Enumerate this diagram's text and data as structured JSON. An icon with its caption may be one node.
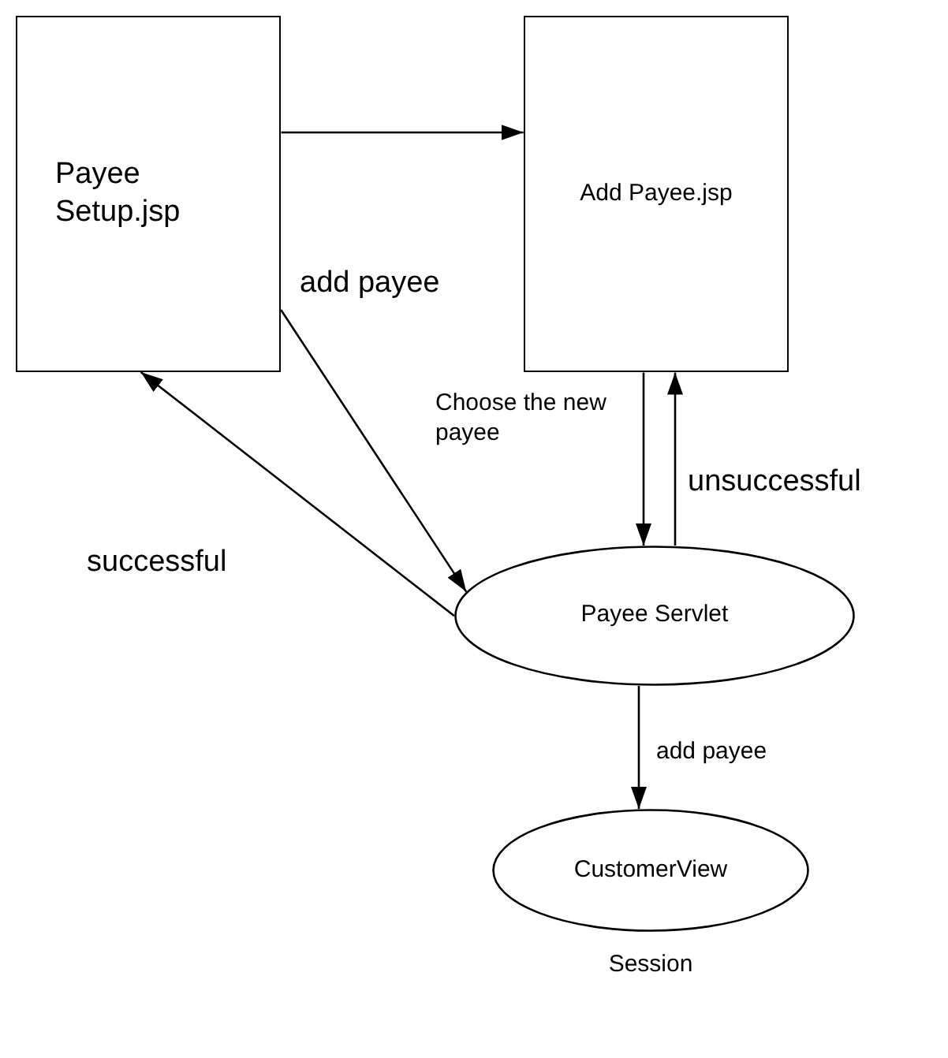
{
  "diagram": {
    "nodes": [
      {
        "text": [
          "Payee Setup.jsp"
        ]
      },
      {
        "text": [
          "Add Payee.jsp"
        ]
      },
      {
        "text": [
          "Payee Servlet"
        ]
      },
      {
        "text": [
          "CustomerView"
        ],
        "beside": [
          "Session"
        ]
      }
    ],
    "edges": [
      {
        "from": 0,
        "to": 1,
        "arrow": "to"
      },
      {
        "from": 0,
        "to": 2,
        "arrow": "to",
        "label": "add payee"
      },
      {
        "from": 2,
        "to": 0,
        "arrow": "to",
        "label": "successful"
      },
      {
        "from": 1,
        "to": 2,
        "arrow": "to",
        "label": "Choose the new payee"
      },
      {
        "from": 2,
        "to": 1,
        "arrow": "to",
        "label": "unsuccessful"
      },
      {
        "from": 2,
        "to": 3,
        "arrow": "to",
        "label": "add payee"
      }
    ]
  }
}
